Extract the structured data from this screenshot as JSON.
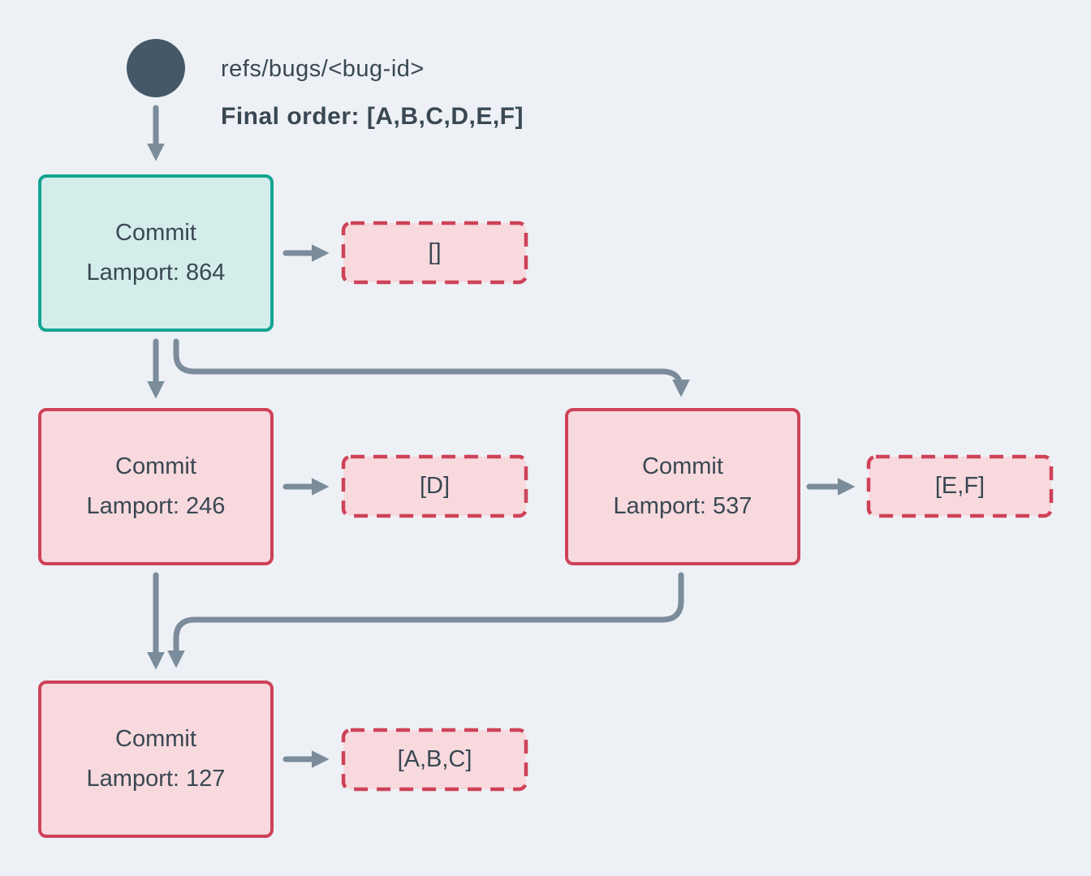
{
  "diagram": {
    "ref": {
      "label": "refs/bugs/<bug-id>",
      "final_order": "Final order: [A,B,C,D,E,F]"
    },
    "commits": {
      "root": {
        "title": "Commit",
        "lamport": "Lamport: 864",
        "operations": "[]"
      },
      "left": {
        "title": "Commit",
        "lamport": "Lamport: 246",
        "operations": "[D]"
      },
      "right": {
        "title": "Commit",
        "lamport": "Lamport: 537",
        "operations": "[E,F]"
      },
      "merge": {
        "title": "Commit",
        "lamport": "Lamport: 127",
        "operations": "[A,B,C]"
      }
    },
    "colors": {
      "background": "#edf1f5",
      "ref_node": "#455869",
      "text": "#394853",
      "arrow": "#7b8c9b",
      "teal_border": "#15a493",
      "teal_fill": "#d2edea",
      "red_border": "#ce4258",
      "pink_fill": "#f7d9de"
    }
  }
}
